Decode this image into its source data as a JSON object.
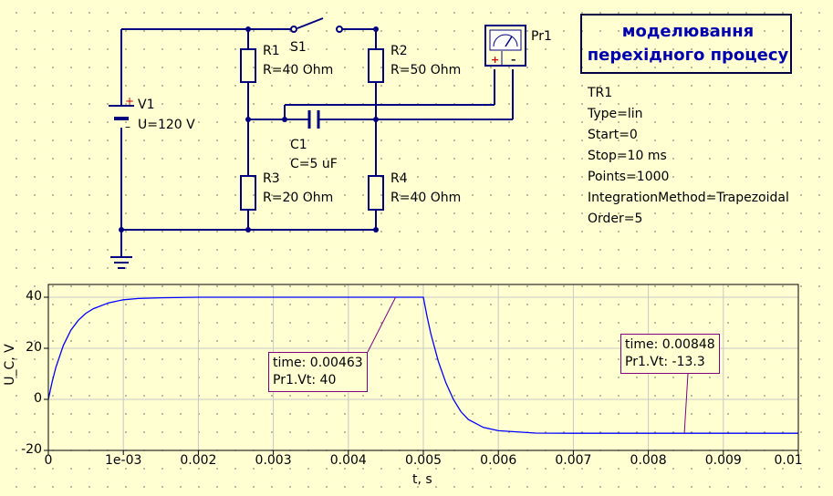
{
  "schematic": {
    "switch": {
      "name": "S1"
    },
    "resistors": [
      {
        "name": "R1",
        "value": "R=40 Ohm"
      },
      {
        "name": "R2",
        "value": "R=50 Ohm"
      },
      {
        "name": "R3",
        "value": "R=20 Ohm"
      },
      {
        "name": "R4",
        "value": "R=40 Ohm"
      }
    ],
    "source": {
      "name": "V1",
      "value": "U=120 V",
      "plus": "+",
      "minus": "–"
    },
    "capacitor": {
      "name": "C1",
      "value": "C=5 uF"
    },
    "probe": {
      "name": "Pr1",
      "plus": "+",
      "minus": "–"
    }
  },
  "note": {
    "line1": "моделювання",
    "line2": "перехідного процесу"
  },
  "simulation": {
    "name": "TR1",
    "params": [
      "Type=lin",
      "Start=0",
      "Stop=10 ms",
      "Points=1000",
      "IntegrationMethod=Trapezoidal",
      "Order=5"
    ]
  },
  "chart_data": {
    "type": "line",
    "xlabel": "t, s",
    "ylabel": "U_C, V",
    "xlim": [
      0,
      0.01
    ],
    "ylim": [
      -20,
      45
    ],
    "xticks": [
      "0",
      "1e-03",
      "0.002",
      "0.003",
      "0.004",
      "0.005",
      "0.006",
      "0.007",
      "0.008",
      "0.009",
      "0.01"
    ],
    "yticks": [
      "40",
      "20",
      "0",
      "-20"
    ],
    "grid": true,
    "series": [
      {
        "color": "#0000ff",
        "x": [
          0,
          5e-05,
          0.0001,
          0.0002,
          0.0003,
          0.0004,
          0.0005,
          0.0006,
          0.0008,
          0.001,
          0.0012,
          0.0015,
          0.002,
          0.003,
          0.004,
          0.005,
          0.00505,
          0.0051,
          0.0052,
          0.0053,
          0.0054,
          0.0055,
          0.0056,
          0.0058,
          0.006,
          0.0065,
          0.007,
          0.008,
          0.009,
          0.01
        ],
        "y": [
          0,
          6.8,
          12.5,
          21.1,
          27.1,
          31.0,
          33.7,
          35.5,
          37.8,
          39.0,
          39.5,
          39.8,
          40,
          40,
          40,
          40,
          32.4,
          25.7,
          14.9,
          6.5,
          0.0,
          -4.8,
          -7.9,
          -11.0,
          -12.3,
          -13.2,
          -13.3,
          -13.3,
          -13.3,
          -13.3
        ]
      }
    ],
    "markers": [
      {
        "time_label": "time: 0.00463",
        "value_label": "Pr1.Vt: 40",
        "x": 0.00463,
        "y": 40
      },
      {
        "time_label": "time: 0.00848",
        "value_label": "Pr1.Vt: -13.3",
        "x": 0.00848,
        "y": -13.3
      }
    ]
  }
}
